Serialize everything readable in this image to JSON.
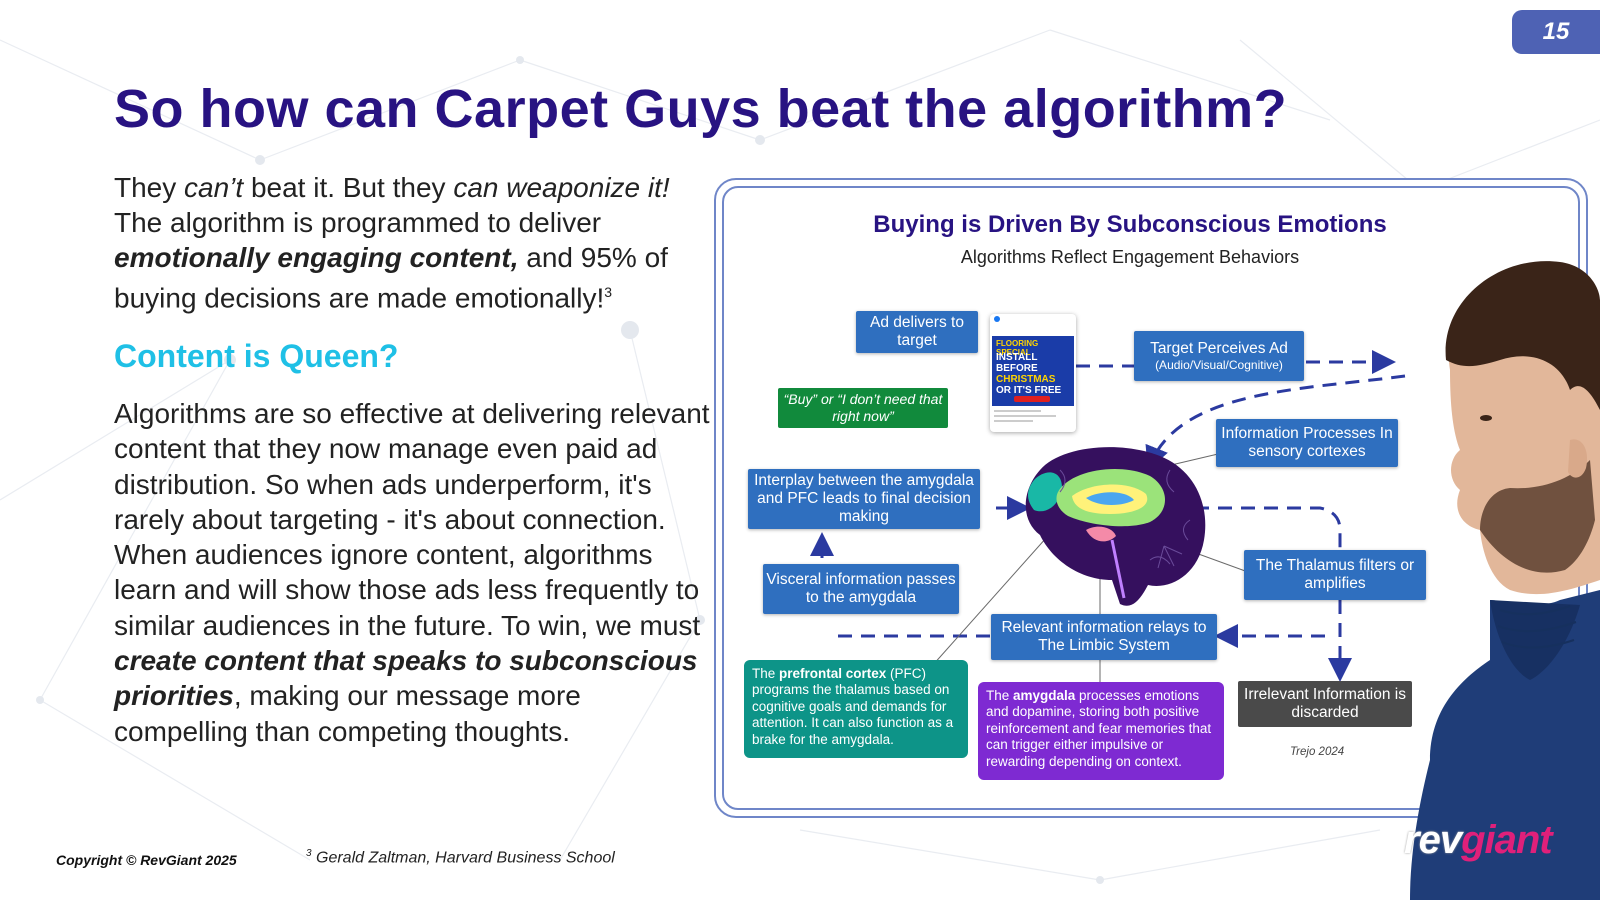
{
  "page_number": "15",
  "title": "So how can Carpet Guys beat the algorithm?",
  "intro": {
    "p1": "They ",
    "p1_italic": "can’t",
    "p2": " beat it. But they ",
    "p2_italic": "can weaponize it!",
    "p3": " The algorithm is programmed to deliver ",
    "p3_bold": "emotionally engaging content,",
    "p4": " and 95% of buying decisions are made emotionally!",
    "p4_sup": "3"
  },
  "subheading": "Content is Queen?",
  "body": {
    "p1": "Algorithms are so effective at delivering relevant content that they now manage even paid ad distribution. So when ads underperform, it's rarely about targeting - it's about connection. When audiences ignore content, algorithms learn and will show those ads less frequently to similar audiences in the future. To win, we must ",
    "p1_bold": "create content that speaks to subconscious priorities",
    "p2": ", making our message more compelling than competing thoughts."
  },
  "footer": {
    "copyright": "Copyright © RevGiant 2025",
    "footnote_sup": "3",
    "footnote": " Gerald Zaltman, Harvard Business School"
  },
  "diagram": {
    "title": "Buying is Driven By Subconscious Emotions",
    "subtitle": "Algorithms Reflect Engagement Behaviors",
    "ad_delivers": "Ad delivers to target",
    "target_perceives": "Target Perceives Ad",
    "target_perceives_sub": "(Audio/Visual/Cognitive)",
    "buy_or_not": "“Buy” or “I don’t need that right now”",
    "info_processes": "Information Processes In sensory cortexes",
    "interplay": "Interplay between the amygdala and PFC leads to final decision making",
    "visceral": "Visceral information passes to the amygdala",
    "thalamus": "The Thalamus filters or amplifies",
    "relevant_relays": "Relevant information relays to The Limbic System",
    "irrelevant": "Irrelevant Information is discarded",
    "pfc_label": "prefrontal cortex",
    "pfc_pre": "The ",
    "pfc_post": " (PFC) programs the thalamus based on cognitive goals and demands for attention. It can also function as a brake for the amygdala.",
    "amygdala_label": "amygdala",
    "amygdala_pre": "The ",
    "amygdala_post": " processes emotions and dopamine, storing both positive reinforcement and fear memories that can trigger either impulsive or rewarding depending on context.",
    "citation": "Trejo 2024",
    "ad": {
      "headline": "FLOORING SPECIAL",
      "line1": "INSTALL BEFORE",
      "line2": "CHRISTMAS",
      "line3": "OR IT'S FREE"
    }
  },
  "logo": {
    "part1": "rev",
    "part2": "giant"
  },
  "colors": {
    "title": "#281382",
    "accent": "#1fc0e6",
    "box_blue": "#2f6fbf",
    "badge": "#4e62b4"
  }
}
